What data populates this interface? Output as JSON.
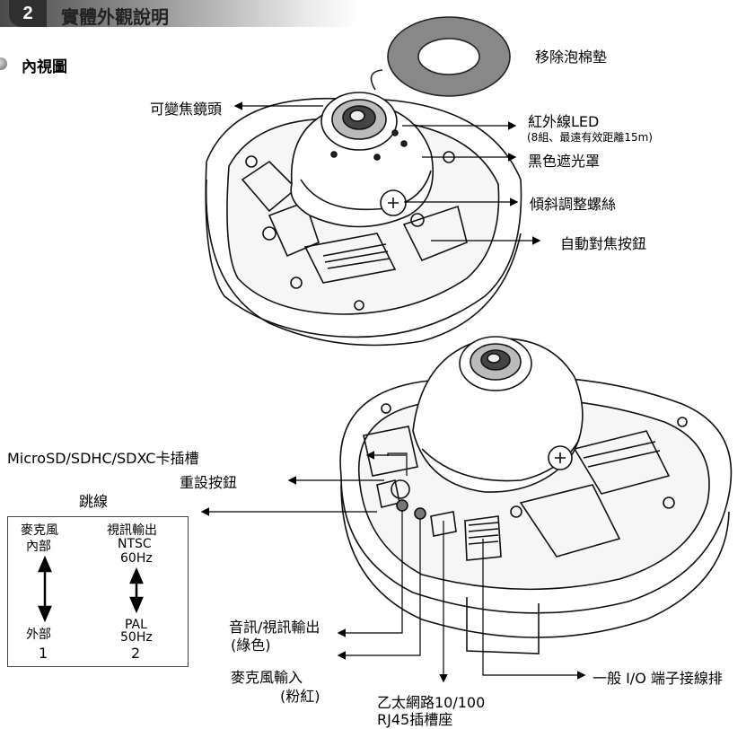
{
  "section": {
    "number": "2",
    "title": "實體外觀說明"
  },
  "subsection": {
    "title": "內視圖"
  },
  "callouts_top": {
    "foam_pad": "移除泡棉墊",
    "varifocal_lens": "可變焦鏡頭",
    "ir_led": "紅外線LED",
    "ir_led_note": "(8組、最遠有效距離15m)",
    "black_shade": "黑色遮光罩",
    "tilt_screw": "傾斜調整螺絲",
    "autofocus_button": "自動對焦按鈕"
  },
  "callouts_bottom": {
    "microsd_slot": "MicroSD/SDHC/SDXC卡插槽",
    "reset_button": "重設按鈕",
    "av_out": "音訊/視訊輸出",
    "av_out_color": "(綠色)",
    "mic_in": "麥克風輸入",
    "mic_in_color": "(粉紅)",
    "ethernet_line1": "乙太網路10/100",
    "ethernet_line2": "RJ45插槽座",
    "io_terminal": "一般 I/O 端子接線排"
  },
  "jumper": {
    "title": "跳線",
    "col1_header": "麥克風",
    "col1_top": "內部",
    "col1_bottom": "外部",
    "col1_number": "1",
    "col2_header": "視訊輸出",
    "col2_top_line1": "NTSC",
    "col2_top_line2": "60Hz",
    "col2_bottom_line1": "PAL",
    "col2_bottom_line2": "50Hz",
    "col2_number": "2"
  }
}
